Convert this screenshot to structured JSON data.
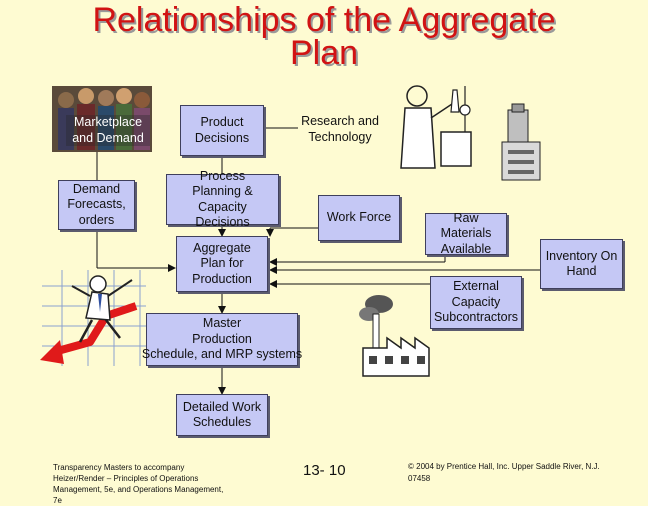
{
  "title": "Relationships of the Aggregate Plan",
  "title_line1": "Relationships of the Aggregate",
  "title_line2": "Plan",
  "nodes": {
    "marketplace": "Marketplace and Demand",
    "marketplace_l1": "Marketplace",
    "marketplace_l2": "and Demand",
    "demand_forecasts": "Demand Forecasts, orders",
    "df_l1": "Demand",
    "df_l2": "Forecasts,",
    "df_l3": "orders",
    "product_decisions": "Product Decisions",
    "pd_l1": "Product",
    "pd_l2": "Decisions",
    "research": "Research and Technology",
    "rt_l1": "Research and",
    "rt_l2": "Technology",
    "process_planning": "Process Planning & Capacity Decisions",
    "pp_l1": "Process",
    "pp_l2": "Planning & Capacity",
    "pp_l3": "Decisions",
    "work_force": "Work Force",
    "raw_materials": "Raw Materials Available",
    "rm_l1": "Raw Materials",
    "rm_l2": "Available",
    "inventory": "Inventory On Hand",
    "inv_l1": "Inventory On",
    "inv_l2": "Hand",
    "aggregate_plan": "Aggregate Plan for Production",
    "ap_l1": "Aggregate",
    "ap_l2": "Plan for",
    "ap_l3": "Production",
    "external_capacity": "External Capacity Subcontractors",
    "ec_l1": "External",
    "ec_l2": "Capacity",
    "ec_l3": "Subcontractors",
    "master_production": "Master Production Schedule, and MRP systems",
    "mp_l1": "Master",
    "mp_l2": "Production",
    "mp_l3": "Schedule, and MRP systems",
    "detailed_work": "Detailed Work Schedules",
    "dw_l1": "Detailed Work",
    "dw_l2": "Schedules"
  },
  "footer": {
    "left_l1": "Transparency Masters to accompany",
    "left_l2": "Heizer/Render – Principles of Operations",
    "left_l3": "Management, 5e, and Operations Management,",
    "left_l4": "7e",
    "page": "13- 10",
    "right_l1": "© 2004 by Prentice Hall, Inc. Upper Saddle River, N.J.",
    "right_l2": "07458"
  },
  "colors": {
    "background": "#fefbd2",
    "box_fill": "#c5c8f5",
    "title": "#d11313"
  },
  "icons": [
    "crowd-clipart",
    "scientist-clipart",
    "machine-clipart",
    "stressed-worker-clipart",
    "factory-clipart"
  ]
}
